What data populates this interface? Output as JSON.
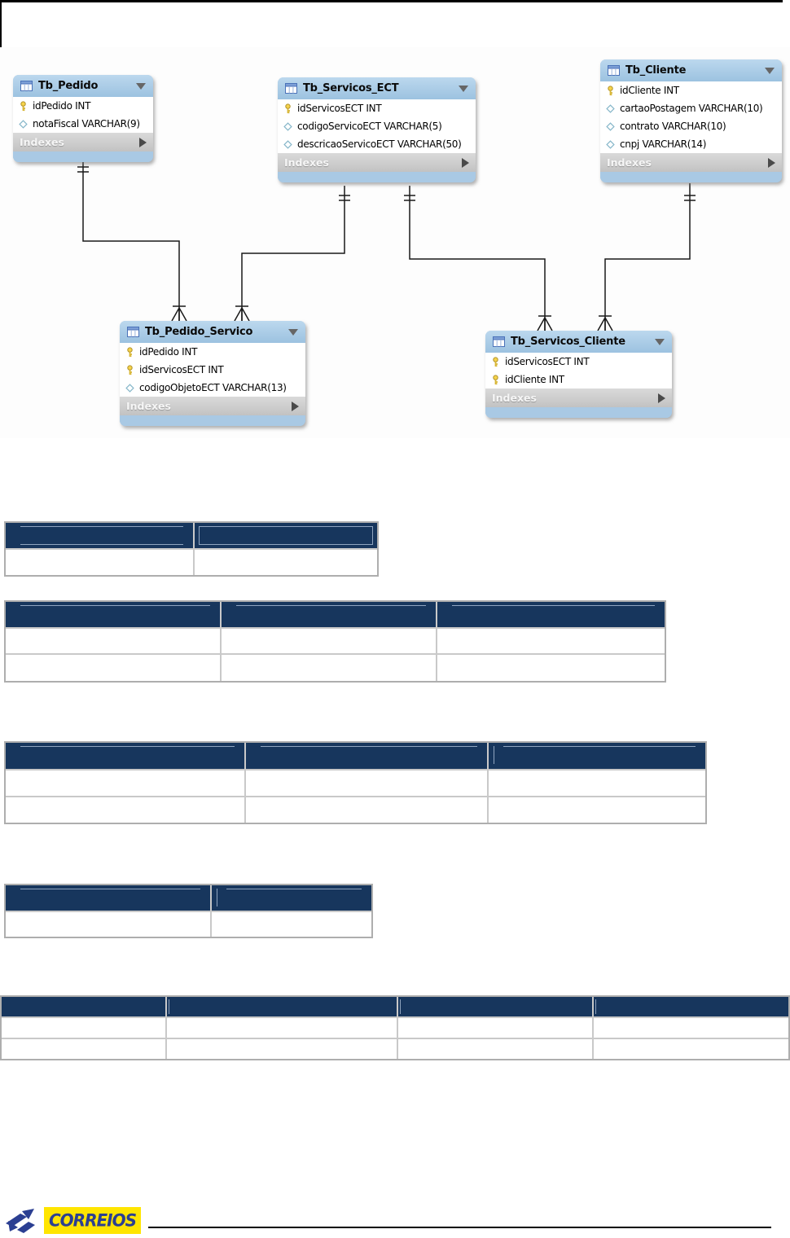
{
  "diagram": {
    "entities": [
      {
        "name": "Tb_Pedido",
        "columns": [
          {
            "icon": "key",
            "label": "idPedido INT"
          },
          {
            "icon": "diamond",
            "label": "notaFiscal VARCHAR(9)"
          }
        ],
        "indexes_label": "Indexes"
      },
      {
        "name": "Tb_Servicos_ECT",
        "columns": [
          {
            "icon": "key",
            "label": "idServicosECT INT"
          },
          {
            "icon": "diamond",
            "label": "codigoServicoECT VARCHAR(5)"
          },
          {
            "icon": "diamond",
            "label": "descricaoServicoECT VARCHAR(50)"
          }
        ],
        "indexes_label": "Indexes"
      },
      {
        "name": "Tb_Cliente",
        "columns": [
          {
            "icon": "key",
            "label": "idCliente INT"
          },
          {
            "icon": "diamond",
            "label": "cartaoPostagem VARCHAR(10)"
          },
          {
            "icon": "diamond",
            "label": "contrato VARCHAR(10)"
          },
          {
            "icon": "diamond",
            "label": "cnpj VARCHAR(14)"
          }
        ],
        "indexes_label": "Indexes"
      },
      {
        "name": "Tb_Pedido_Servico",
        "columns": [
          {
            "icon": "key",
            "label": "idPedido INT"
          },
          {
            "icon": "key",
            "label": "idServicosECT INT"
          },
          {
            "icon": "diamond",
            "label": "codigoObjetoECT VARCHAR(13)"
          }
        ],
        "indexes_label": "Indexes"
      },
      {
        "name": "Tb_Servicos_Cliente",
        "columns": [
          {
            "icon": "key",
            "label": "idServicosECT INT"
          },
          {
            "icon": "key",
            "label": "idCliente INT"
          }
        ],
        "indexes_label": "Indexes"
      }
    ],
    "relationships": [
      {
        "from": "Tb_Pedido",
        "to": "Tb_Pedido_Servico",
        "from_cardinality": "one",
        "to_cardinality": "many"
      },
      {
        "from": "Tb_Servicos_ECT",
        "to": "Tb_Pedido_Servico",
        "from_cardinality": "one",
        "to_cardinality": "many"
      },
      {
        "from": "Tb_Servicos_ECT",
        "to": "Tb_Servicos_Cliente",
        "from_cardinality": "one",
        "to_cardinality": "many"
      },
      {
        "from": "Tb_Cliente",
        "to": "Tb_Servicos_Cliente",
        "from_cardinality": "one",
        "to_cardinality": "many"
      }
    ]
  },
  "document_tables": [
    {
      "columns": 2,
      "body_rows": 1
    },
    {
      "columns": 3,
      "body_rows": 2
    },
    {
      "columns": 3,
      "body_rows": 2
    },
    {
      "columns": 2,
      "body_rows": 1
    },
    {
      "columns": 4,
      "body_rows": 2
    }
  ],
  "footer": {
    "logo_text": "CORREIOS"
  },
  "colors": {
    "table_header_navy": "#17365d",
    "entity_header_blue": "#a9c9e4",
    "indexes_gray": "#c9c9c9",
    "table_border_gray": "#bfbfbf",
    "logo_yellow": "#ffe500",
    "logo_blue": "#2b3f92"
  }
}
